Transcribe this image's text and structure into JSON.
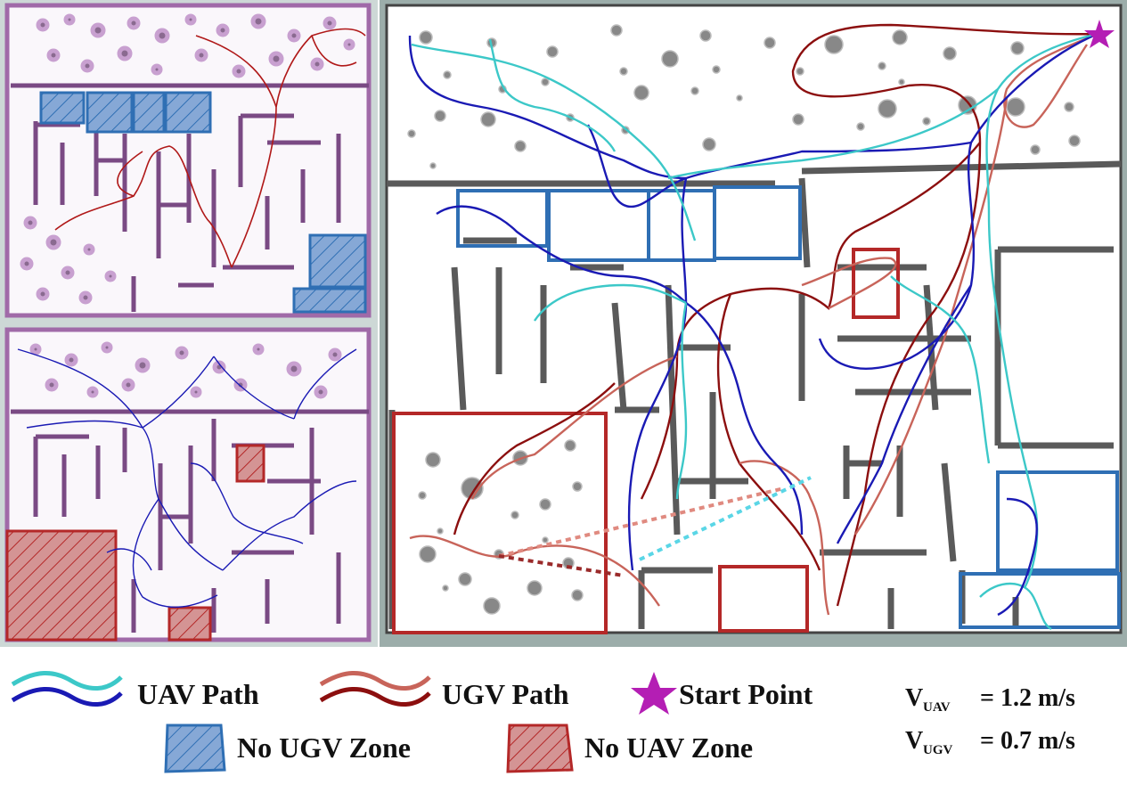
{
  "legend": {
    "uav_path": "UAV Path",
    "ugv_path": "UGV Path",
    "start_point": "Start Point",
    "no_ugv_zone": "No UGV Zone",
    "no_uav_zone": "No UAV Zone"
  },
  "speeds": {
    "uav": {
      "symbol": "V",
      "subscript": "UAV",
      "value": "= 1.2 m/s"
    },
    "ugv": {
      "symbol": "V",
      "subscript": "UGV",
      "value": "= 0.7 m/s"
    }
  },
  "colors": {
    "uav_light": "#3cc8c8",
    "uav_dark": "#1a1ab4",
    "ugv_light": "#c8645a",
    "ugv_dark": "#8c0f0f",
    "start": "#b41eb4",
    "no_ugv_fill": "#7aa0d2",
    "no_ugv_stroke": "#2f6fb4",
    "no_uav_fill": "#d28c8c",
    "no_uav_stroke": "#b42828",
    "wall": "#5a5a5a",
    "frame": "#8c9c9a"
  }
}
